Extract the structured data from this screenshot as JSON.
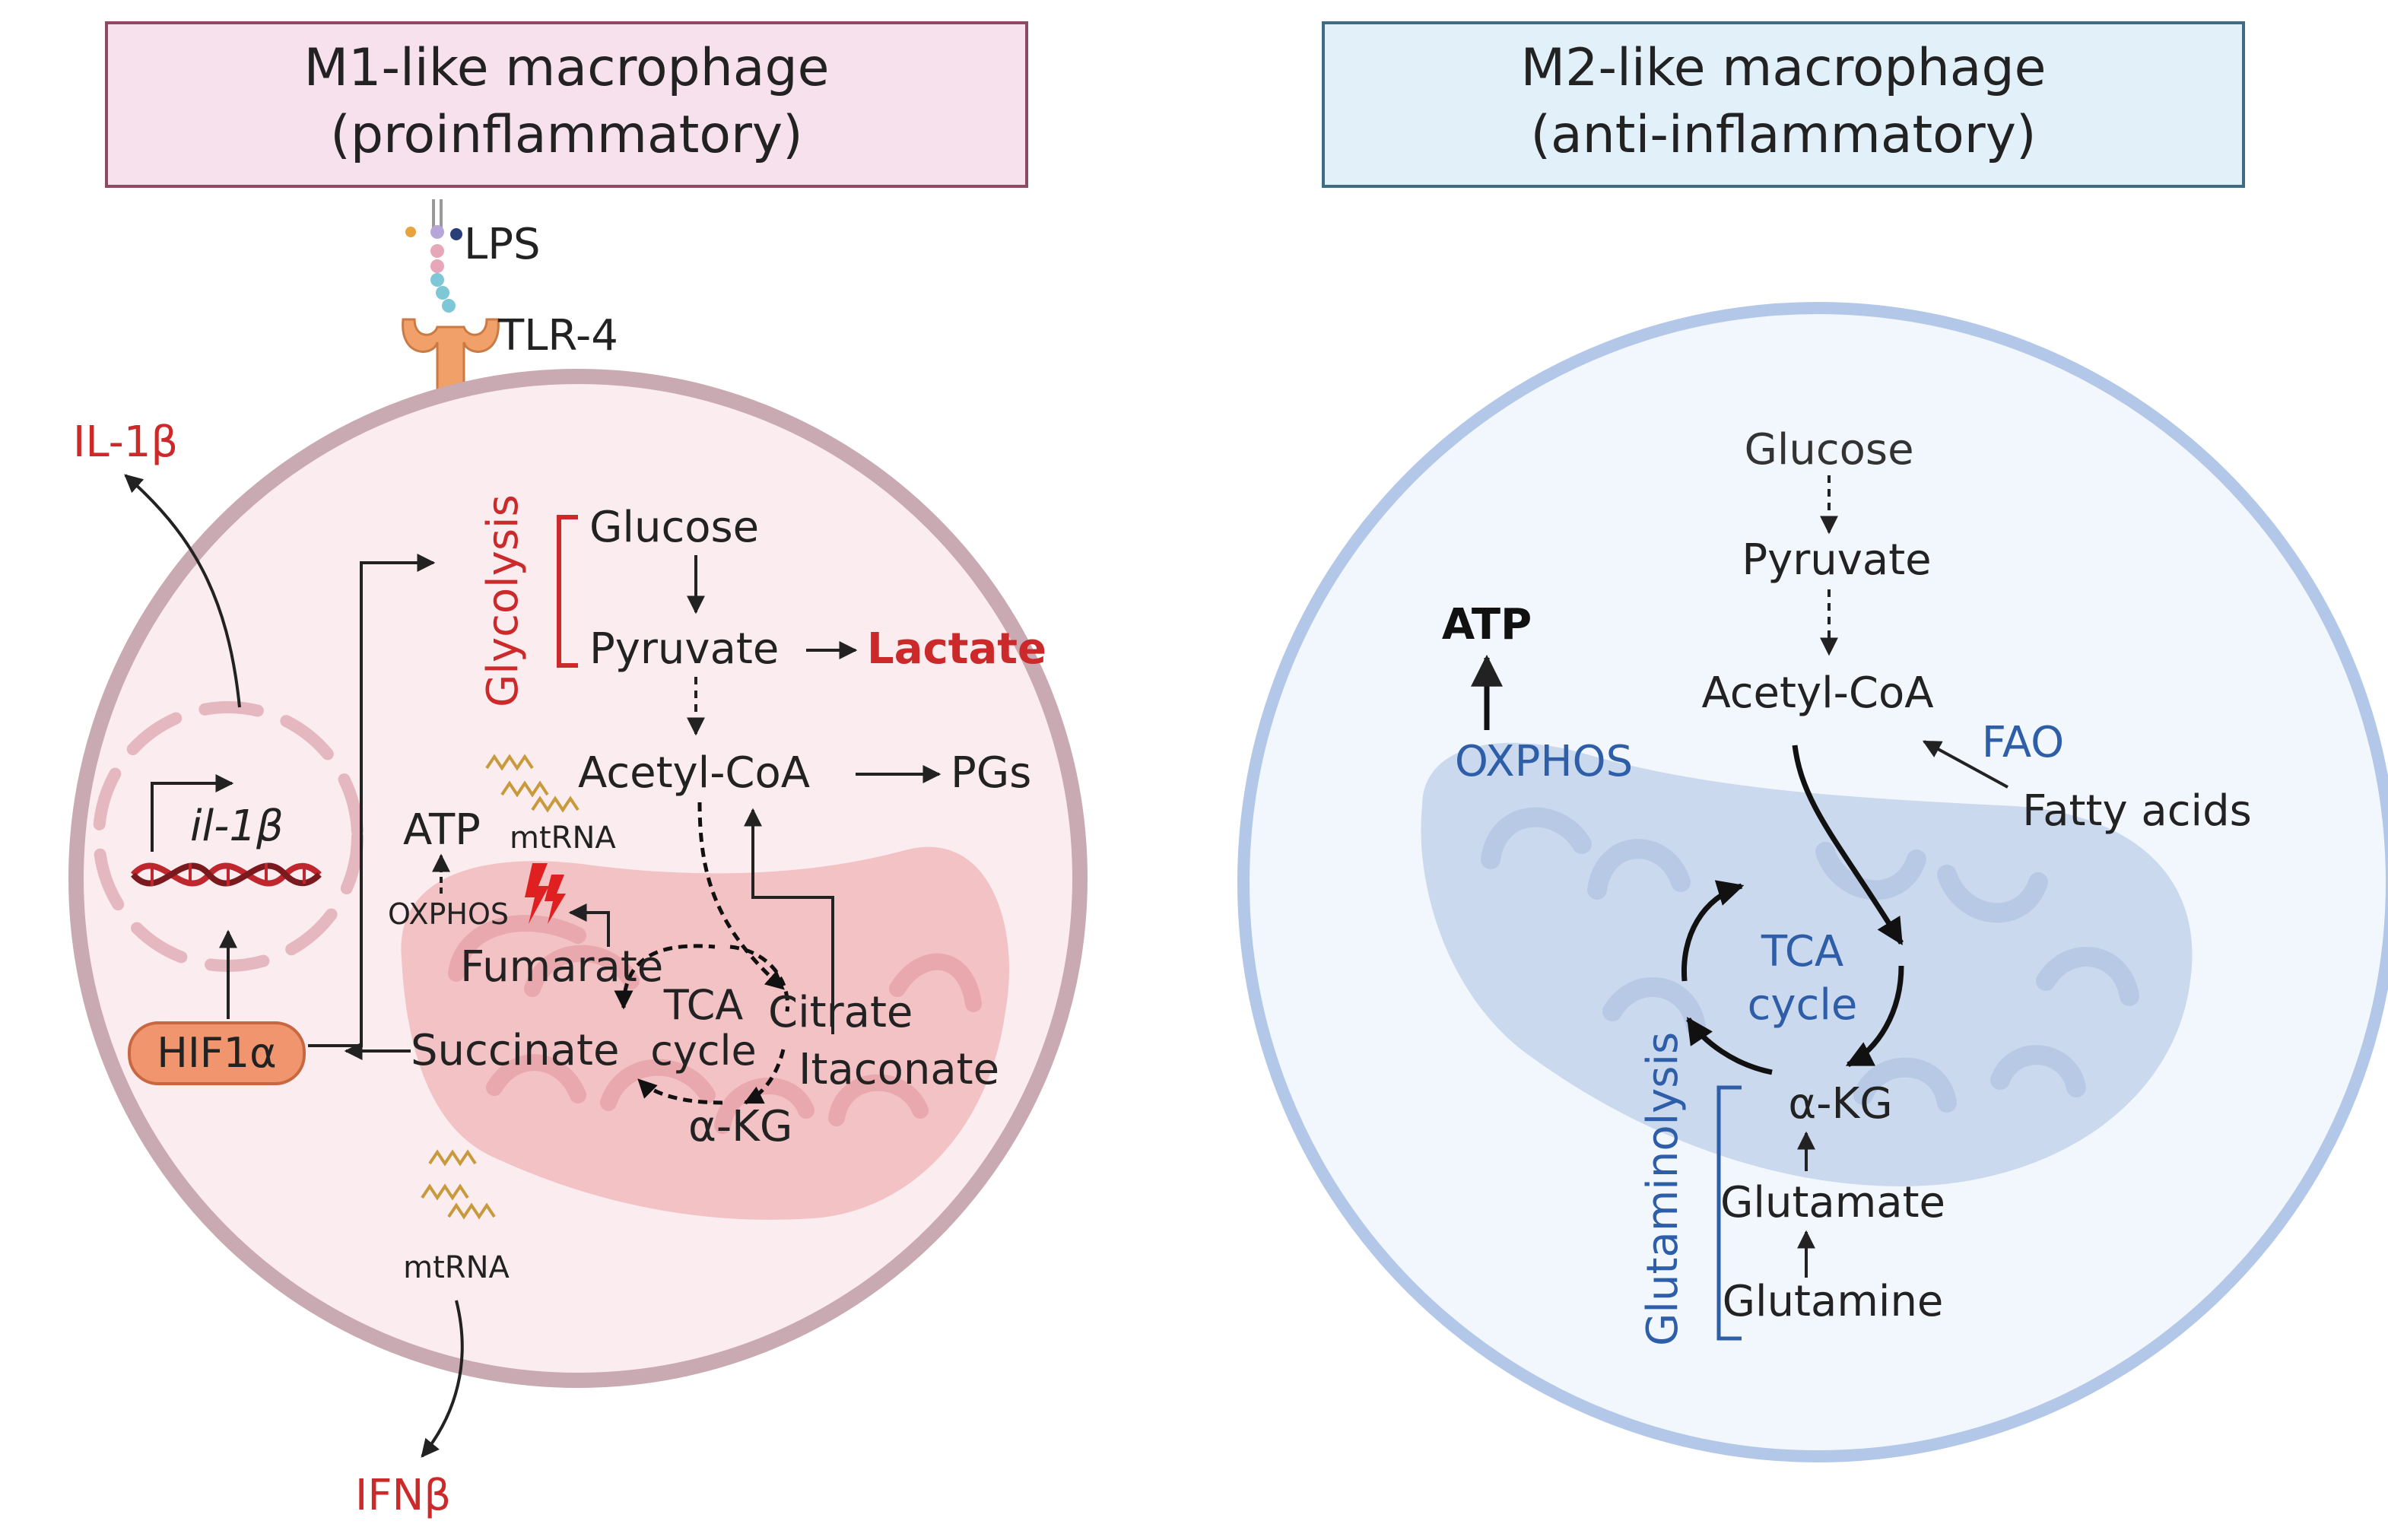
{
  "left_panel": {
    "title_line1": "M1-like macrophage",
    "title_line2": "(proinflammatory)",
    "lps": "LPS",
    "tlr4": "TLR-4",
    "il1b_out": "IL-1β",
    "ifnb_out": "IFNβ",
    "gene": "il-1β",
    "hif": "HIF1α",
    "glycolysis": "Glycolysis",
    "glucose": "Glucose",
    "pyruvate": "Pyruvate",
    "lactate": "Lactate",
    "acetyl_coa": "Acetyl-CoA",
    "pgs": "PGs",
    "atp": "ATP",
    "mtrna_top": "mtRNA",
    "oxphos": "OXPHOS",
    "fumarate": "Fumarate",
    "tca_line1": "TCA",
    "tca_line2": "cycle",
    "citrate": "Citrate",
    "itaconate": "Itaconate",
    "succinate": "Succinate",
    "akg": "α-KG",
    "mtrna_bottom": "mtRNA"
  },
  "right_panel": {
    "title_line1": "M2-like macrophage",
    "title_line2": "(anti-inflammatory)",
    "glucose": "Glucose",
    "pyruvate": "Pyruvate",
    "acetyl_coa": "Acetyl-CoA",
    "atp": "ATP",
    "oxphos": "OXPHOS",
    "fao": "FAO",
    "fatty_acids": "Fatty acids",
    "tca_line1": "TCA",
    "tca_line2": "cycle",
    "akg": "α-KG",
    "glutaminolysis": "Glutaminolysis",
    "glutamate": "Glutamate",
    "glutamine": "Glutamine"
  },
  "colors": {
    "m1_title_fill": "#f7e1ec",
    "m1_title_border": "#8d4a63",
    "m2_title_fill": "#e2f0fa",
    "m2_title_border": "#3f6b85",
    "m1_cell_fill": "#fbecf0",
    "m1_cell_border": "#c9a9b2",
    "m2_cell_fill": "#f1f7fd",
    "m2_cell_border": "#b3c7e8",
    "red_label": "#cc2a2a",
    "blue_label": "#2f5ea8",
    "hif_fill": "#f0956e",
    "tlr4_fill": "#f0a068",
    "m1_mito": "#f2c2c5",
    "m2_mito": "#cbd9ee"
  },
  "icons": [
    "lps-icon",
    "tlr4-receptor-icon",
    "dna-icon",
    "lightning-icon",
    "mtrna-squiggle-icon",
    "mitochondrion-icon"
  ]
}
